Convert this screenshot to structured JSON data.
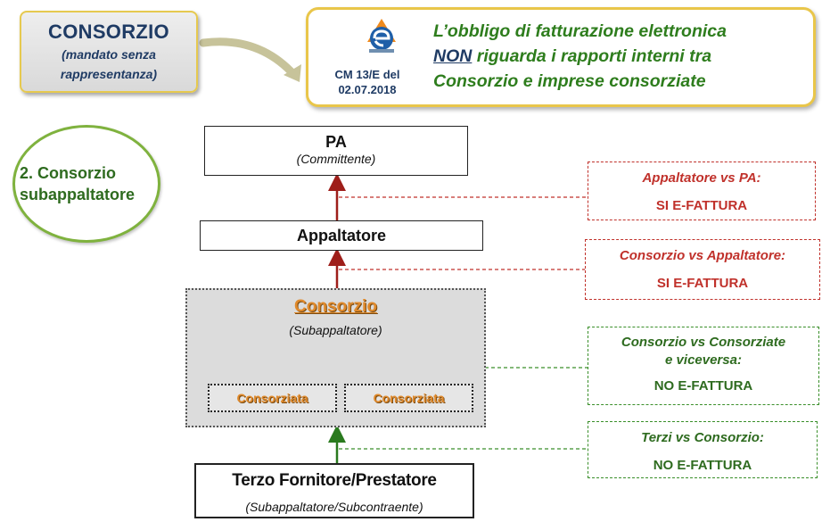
{
  "header": {
    "consorzio_title": "CONSORZIO",
    "consorzio_sub1": "(mandato senza",
    "consorzio_sub2": "rappresentanza)",
    "circular_line1": "CM 13/E del",
    "circular_line2": "02.07.2018",
    "notice_line1": "L’obbligo di fatturazione elettronica",
    "notice_line2_em": "NON",
    "notice_line2_rest": " riguarda i  rapporti interni tra",
    "notice_line3": "Consorzio e imprese consorziate"
  },
  "case_label": {
    "line1": "2. Consorzio",
    "line2": "subappaltatore"
  },
  "flow": {
    "pa_title": "PA",
    "pa_sub": "(Committente)",
    "appaltatore": "Appaltatore",
    "consorzio_title": "Consorzio",
    "consorzio_sub": "(Subappaltatore)",
    "consorziata_1": "Consorziata",
    "consorziata_2": "Consorziata",
    "terzo_title": "Terzo Fornitore/Prestatore",
    "terzo_sub": "(Subappaltatore/Subcontraente)"
  },
  "relations": [
    {
      "label": "Appaltatore vs PA:",
      "value": "SI E-FATTURA"
    },
    {
      "label": "Consorzio  vs Appaltatore:",
      "value": "SI  E-FATTURA"
    },
    {
      "label_line1": "Consorzio  vs Consorziate",
      "label_line2": "e viceversa:",
      "value": "NO E-FATTURA"
    },
    {
      "label": "Terzi vs Consorzio:",
      "value": "NO E-FATTURA"
    }
  ],
  "colors": {
    "red": "#c0312b",
    "green": "#2e6b1f",
    "orange": "#e08a2c",
    "navy": "#1f3b64",
    "gold_border": "#e9c64a"
  }
}
